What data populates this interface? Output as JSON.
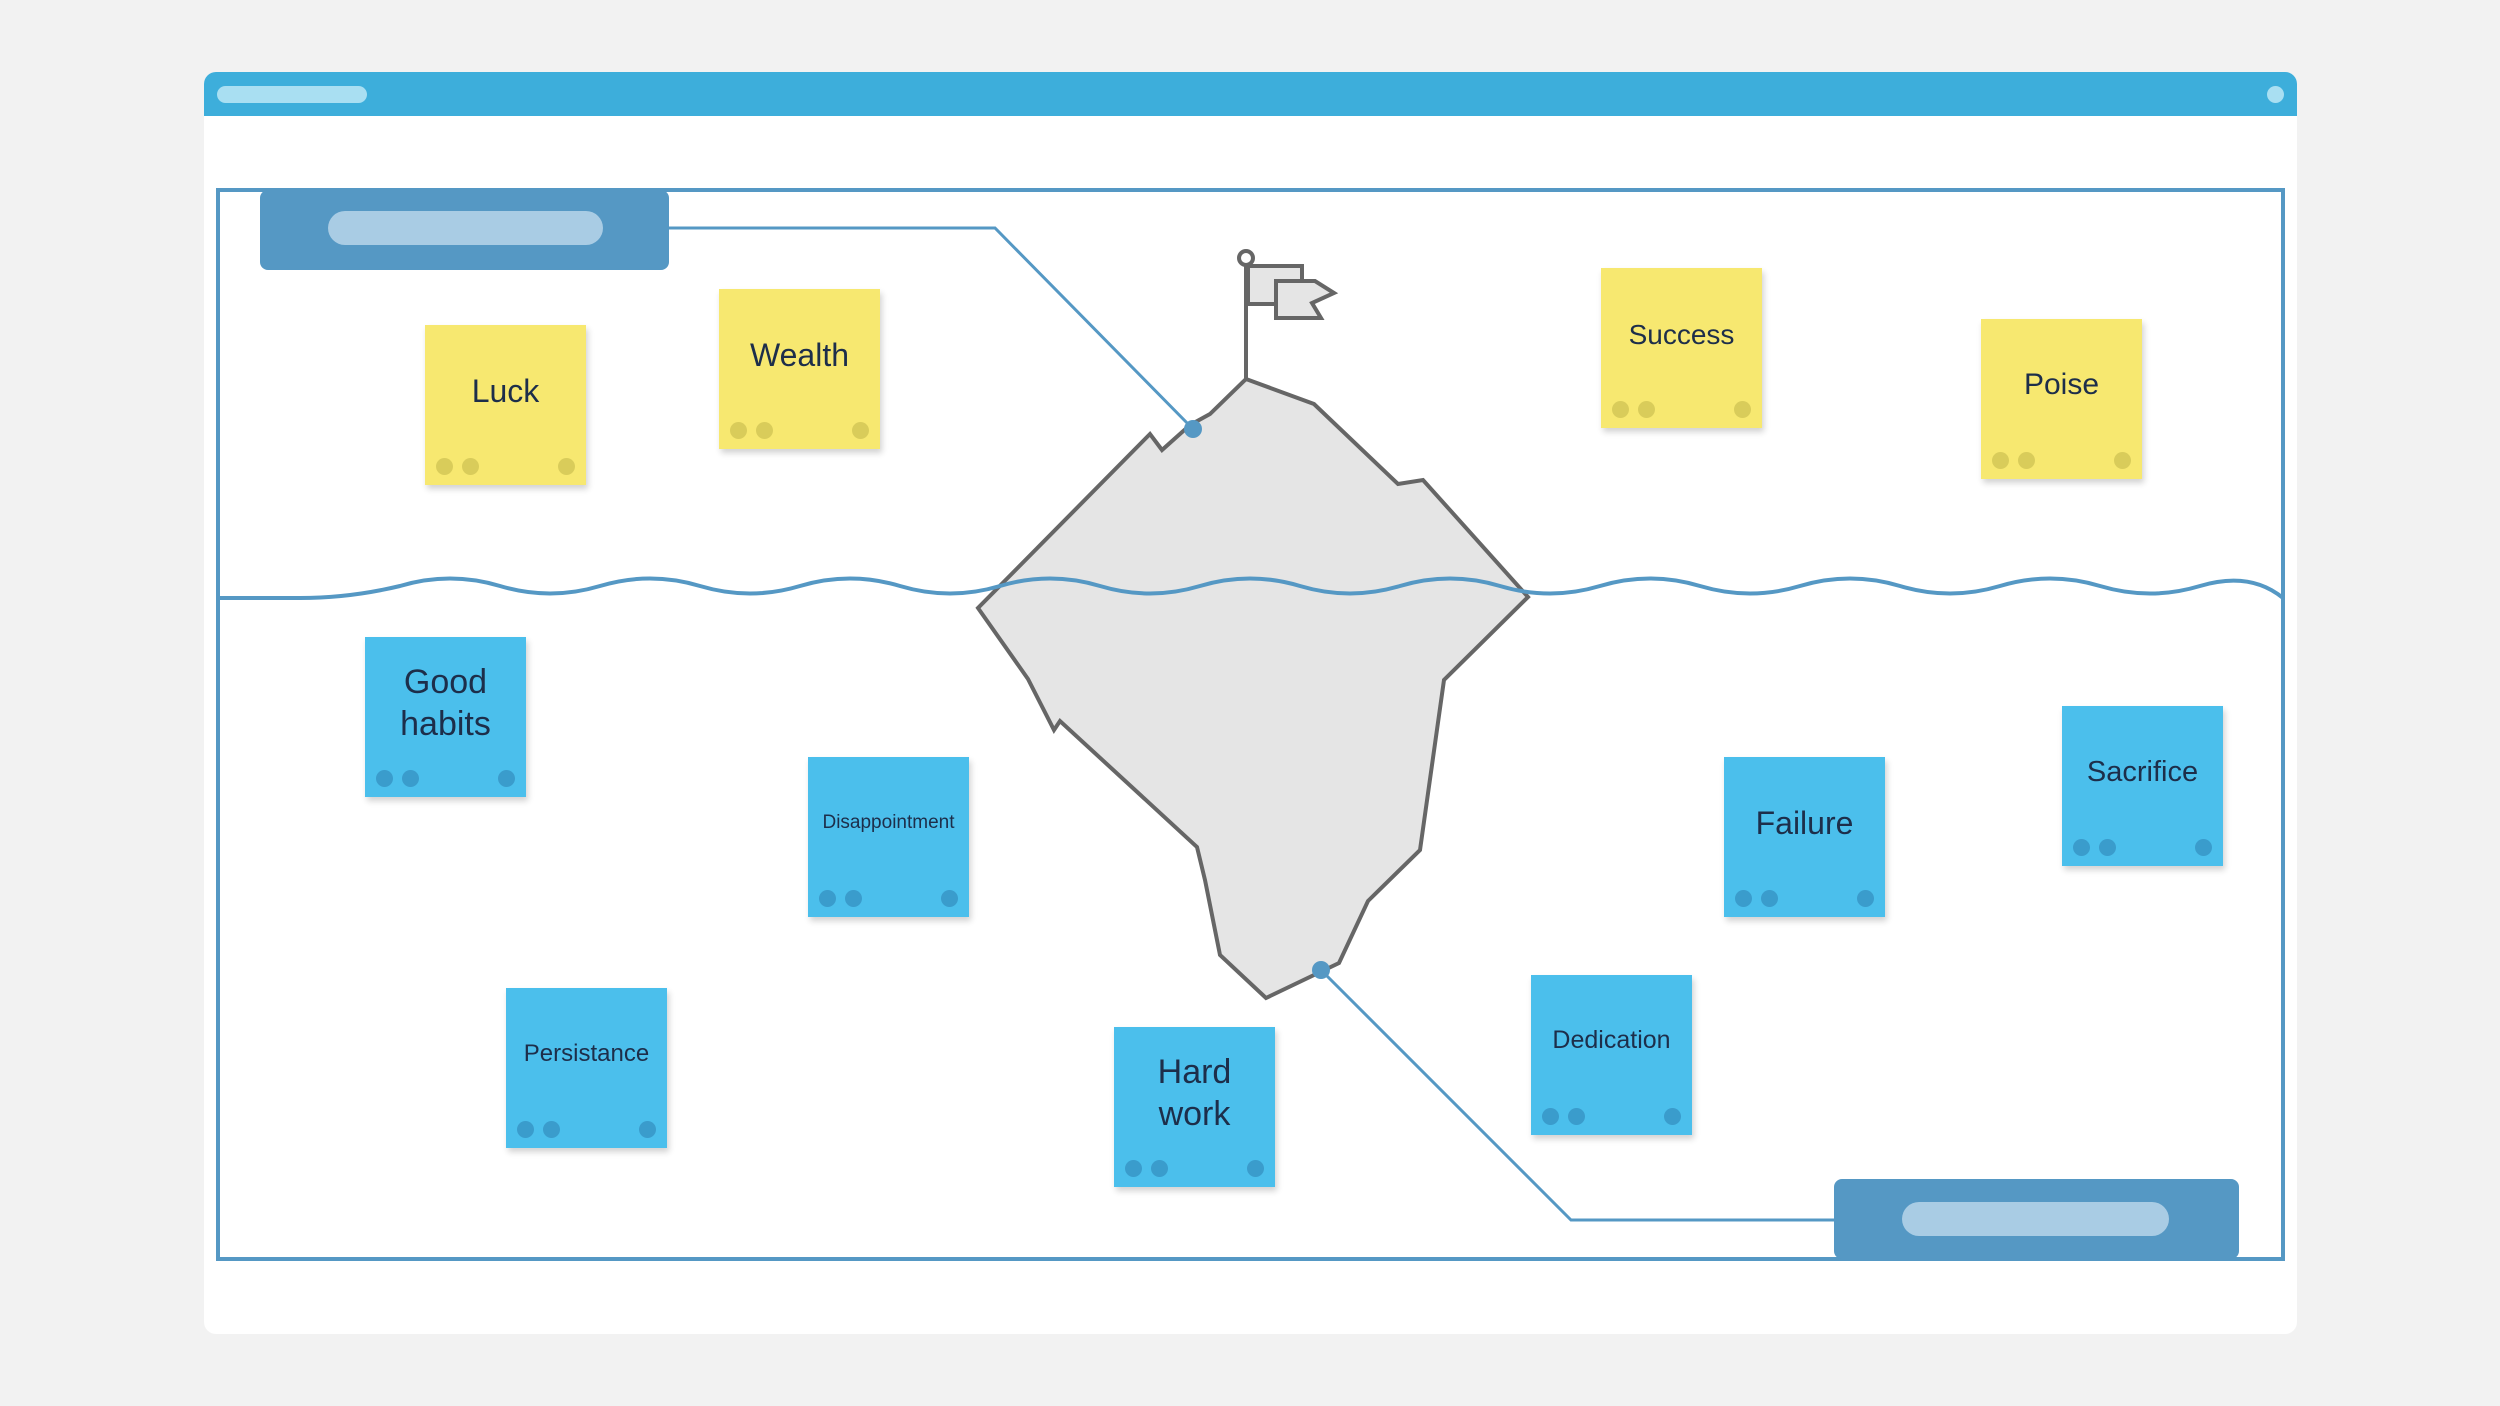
{
  "colors": {
    "background": "#f2f2f2",
    "titlebar": "#3daedb",
    "frame_blue": "#5598c4",
    "sticky_yellow": "#f7e870",
    "sticky_blue": "#4bbfec",
    "iceberg_fill": "#e5e5e5",
    "iceberg_stroke": "#666666",
    "text": "#1d2e4a"
  },
  "above_water": [
    {
      "id": "luck",
      "label": "Luck"
    },
    {
      "id": "wealth",
      "label": "Wealth"
    },
    {
      "id": "success",
      "label": "Success"
    },
    {
      "id": "poise",
      "label": "Poise"
    }
  ],
  "below_water": [
    {
      "id": "good-habits",
      "label": "Good habits"
    },
    {
      "id": "disappointment",
      "label": "Disappointment"
    },
    {
      "id": "persistance",
      "label": "Persistance"
    },
    {
      "id": "hard-work",
      "label": "Hard work"
    },
    {
      "id": "dedication",
      "label": "Dedication"
    },
    {
      "id": "failure",
      "label": "Failure"
    },
    {
      "id": "sacrifice",
      "label": "Sacrifice"
    }
  ],
  "icons": {
    "flag": "flag-icon",
    "iceberg": "iceberg-illustration",
    "waterline": "water-wave"
  }
}
